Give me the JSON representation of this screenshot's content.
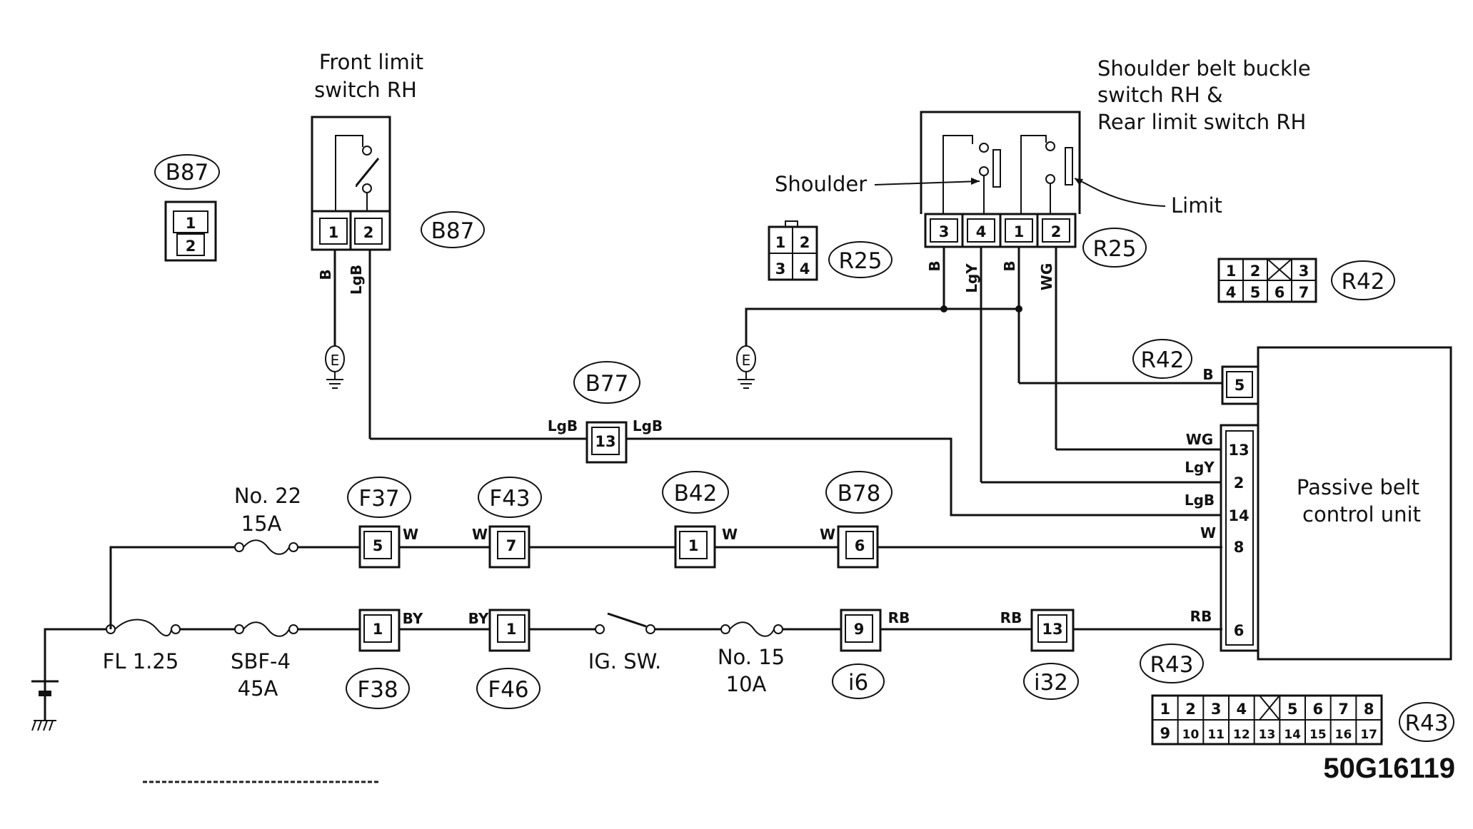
{
  "title_code": "50G16119",
  "components": {
    "front_limit_switch": {
      "label_line1": "Front limit",
      "label_line2": "switch RH",
      "pins": [
        "1",
        "2"
      ]
    },
    "shoulder_switch": {
      "label_line1": "Shoulder belt buckle",
      "label_line2": "switch RH &",
      "label_line3": "Rear limit switch RH",
      "pins": [
        "3",
        "4",
        "1",
        "2"
      ],
      "shoulder_label": "Shoulder",
      "limit_label": "Limit"
    },
    "control_unit": {
      "label_line1": "Passive belt",
      "label_line2": "control unit"
    },
    "fuse_fl": "FL 1.25",
    "fuse_sbf_line1": "SBF-4",
    "fuse_sbf_line2": "45A",
    "fuse_22_line1": "No. 22",
    "fuse_22_line2": "15A",
    "fuse_15_line1": "No. 15",
    "fuse_15_line2": "10A",
    "ig_switch": "IG. SW.",
    "ground_symbol": "E"
  },
  "connectors": {
    "B87": "B87",
    "B77": "B77",
    "R25": "R25",
    "R42": "R42",
    "R43": "R43",
    "F37": "F37",
    "F43": "F43",
    "B42": "B42",
    "B78": "B78",
    "F38": "F38",
    "F46": "F46",
    "i6": "i6",
    "i32": "i32"
  },
  "wires": {
    "B": "B",
    "LgB": "LgB",
    "LgY": "LgY",
    "WG": "WG",
    "W": "W",
    "BY": "BY",
    "RB": "RB"
  },
  "pins": {
    "b87_a": "1",
    "b87_b": "2",
    "r25_a": "1",
    "r25_b": "2",
    "r25_c": "3",
    "r25_d": "4",
    "b77": "13",
    "f37": "5",
    "f43": "7",
    "b42": "1",
    "b78": "6",
    "f38": "1",
    "f46": "1",
    "i6": "9",
    "i32": "13",
    "cu_5": "5",
    "cu_13": "13",
    "cu_2": "2",
    "cu_14": "14",
    "cu_8": "8",
    "cu_6": "6"
  },
  "r42_grid": {
    "row1": [
      "1",
      "2",
      "",
      "3"
    ],
    "row2": [
      "4",
      "5",
      "6",
      "7"
    ]
  },
  "r43_grid": {
    "row1": [
      "1",
      "2",
      "3",
      "4",
      "",
      "5",
      "6",
      "7",
      "8"
    ],
    "row2": [
      "9",
      "10",
      "11",
      "12",
      "13",
      "14",
      "15",
      "16",
      "17"
    ]
  }
}
